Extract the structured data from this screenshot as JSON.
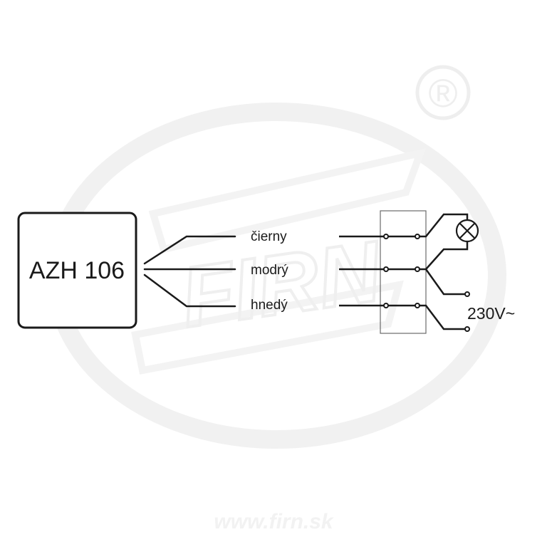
{
  "device": {
    "label": "AZH 106"
  },
  "wires": [
    {
      "label": "čierny"
    },
    {
      "label": "modrý"
    },
    {
      "label": "hnedý"
    }
  ],
  "supply": {
    "label": "230V~"
  },
  "watermark": {
    "logo_text": "FIRN",
    "registered_mark": "®",
    "url": "www.firn.sk"
  },
  "colors": {
    "line": "#1a1a1a",
    "terminal_block": "#666666",
    "watermark": "#f0f0f0"
  }
}
